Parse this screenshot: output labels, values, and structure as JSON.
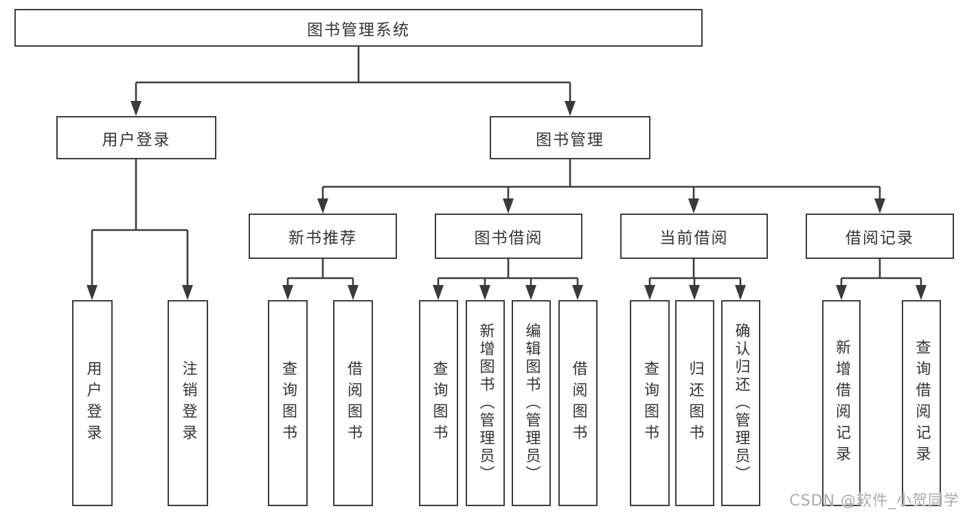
{
  "watermark": "CSDN @软件_小贺同学",
  "colors": {
    "line": "#3a3a3a",
    "box_border": "#3a3a3a",
    "text": "#333333",
    "watermark": "#ababab",
    "background": "#ffffff"
  },
  "tree": {
    "root": {
      "label": "图书管理系统",
      "children": [
        {
          "label": "用户登录",
          "children": [
            {
              "label": "用户登录"
            },
            {
              "label": "注销登录"
            }
          ]
        },
        {
          "label": "图书管理",
          "children": [
            {
              "label": "新书推荐",
              "children": [
                {
                  "label": "查询图书"
                },
                {
                  "label": "借阅图书"
                }
              ]
            },
            {
              "label": "图书借阅",
              "children": [
                {
                  "label": "查询图书"
                },
                {
                  "label": "新增图书（管理员）"
                },
                {
                  "label": "编辑图书（管理员）"
                },
                {
                  "label": "借阅图书"
                }
              ]
            },
            {
              "label": "当前借阅",
              "children": [
                {
                  "label": "查询图书"
                },
                {
                  "label": "归还图书"
                },
                {
                  "label": "确认归还（管理员）"
                }
              ]
            },
            {
              "label": "借阅记录",
              "children": [
                {
                  "label": "新增借阅记录"
                },
                {
                  "label": "查询借阅记录"
                }
              ]
            }
          ]
        }
      ]
    }
  }
}
